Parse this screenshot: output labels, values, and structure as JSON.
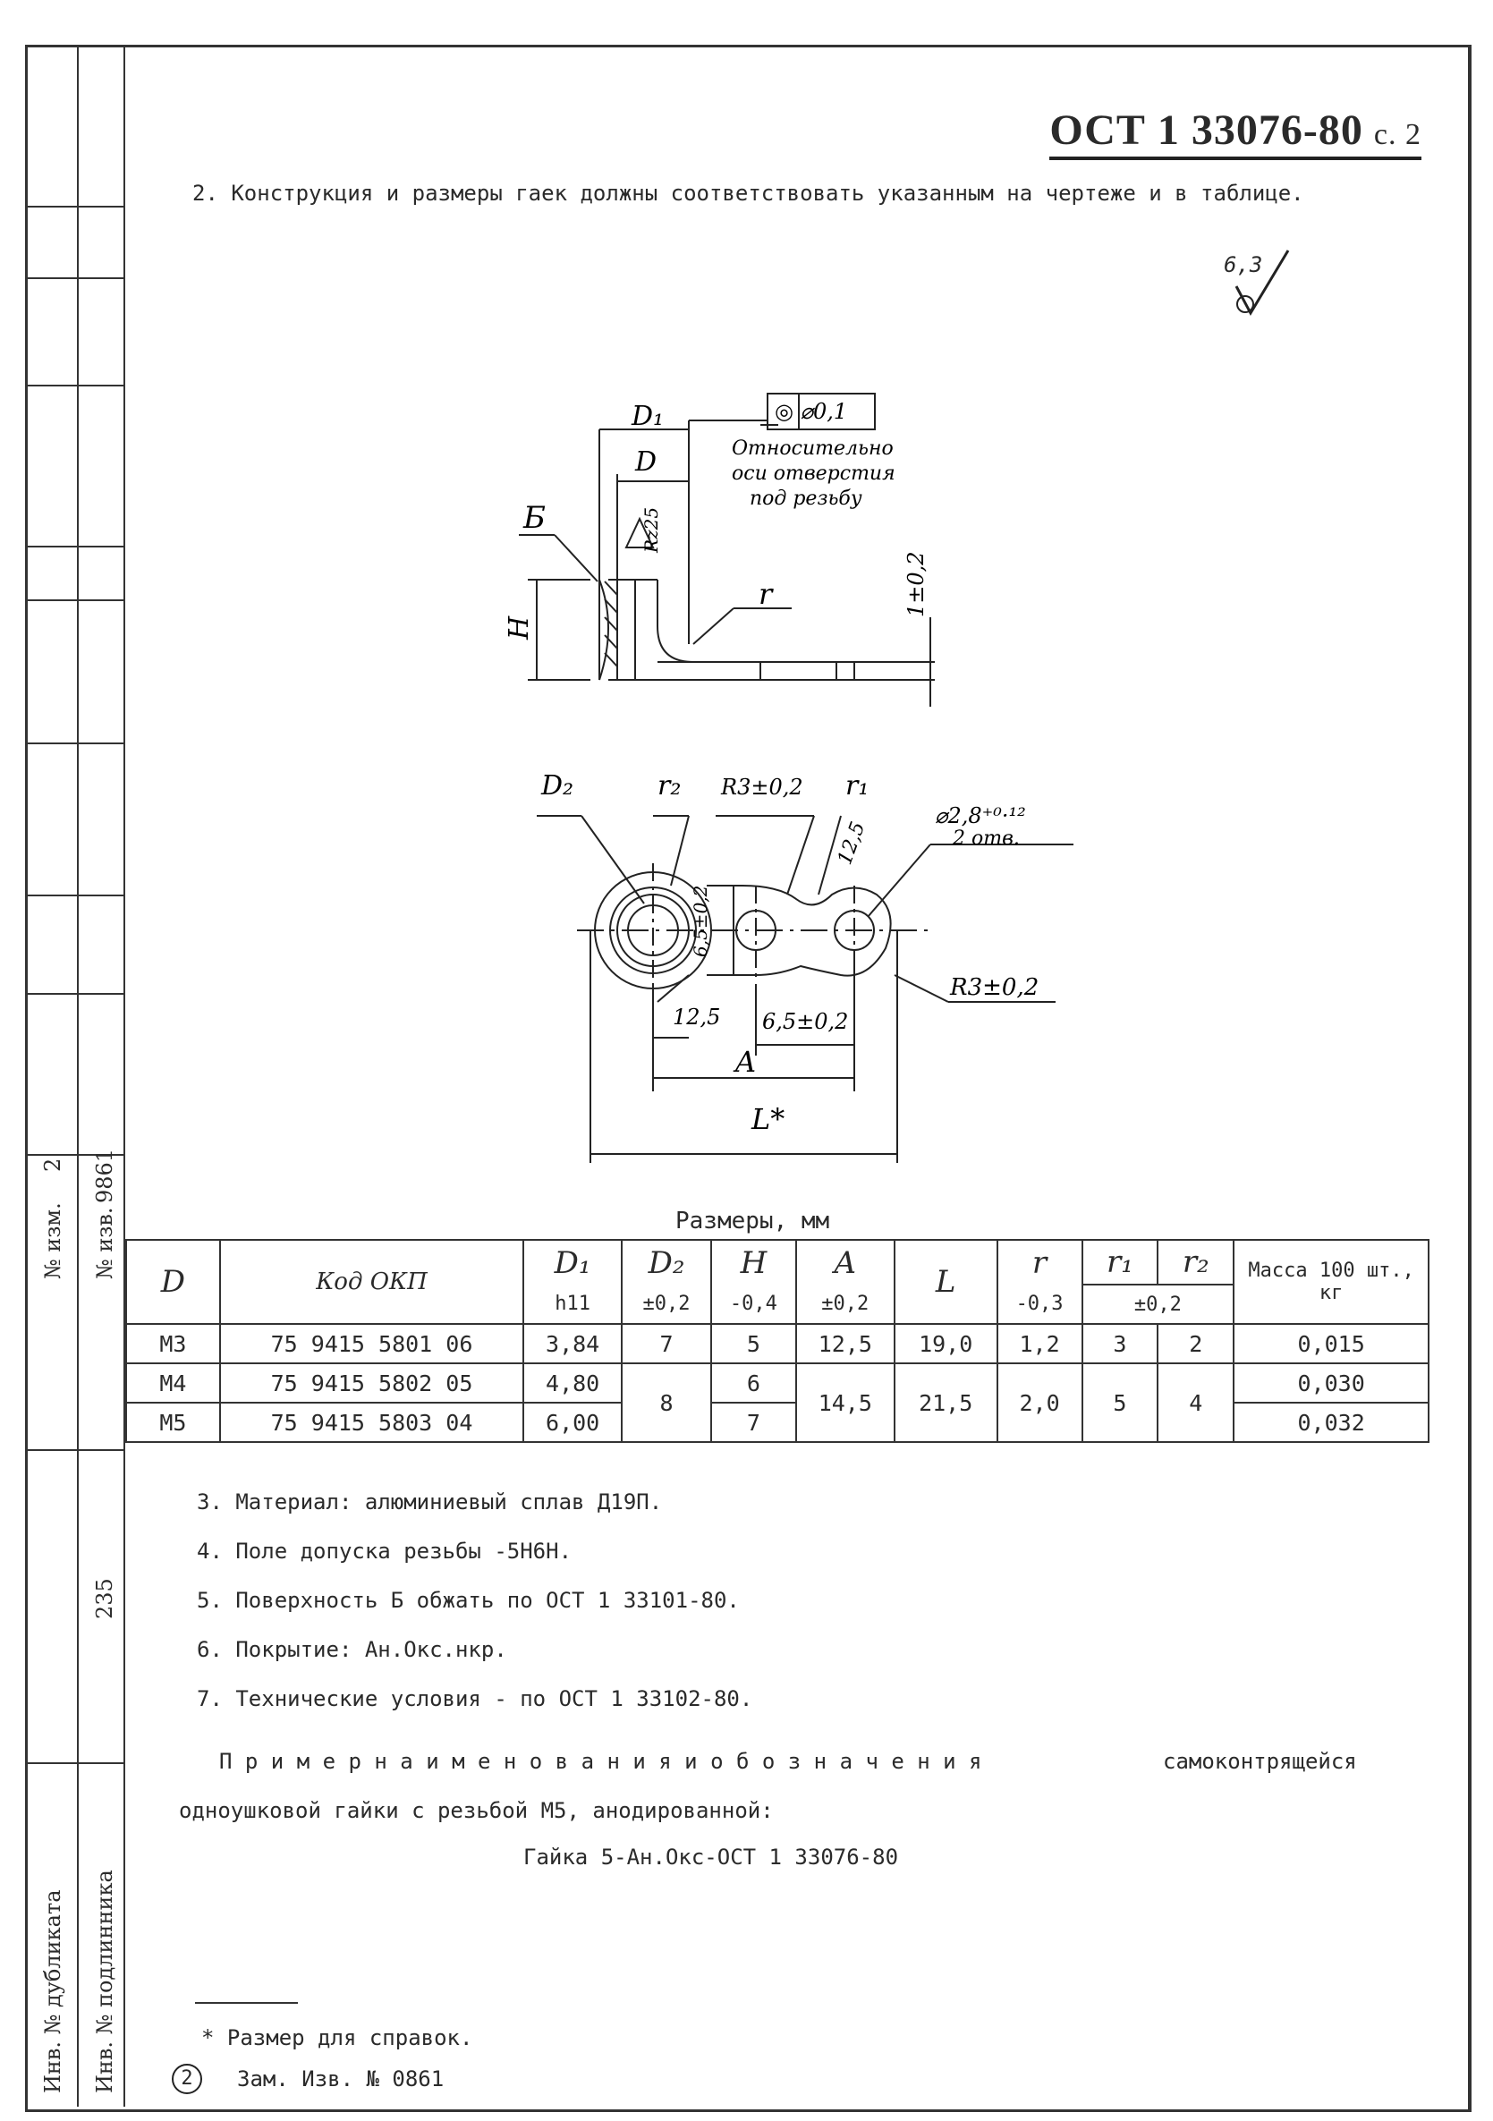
{
  "header": {
    "standard": "ОСТ 1 33076-80",
    "page": "с. 2"
  },
  "paragraph2": "2. Конструкция и размеры гаек должны соответствовать указанным на чертеже и в таблице.",
  "roughness": {
    "value": "6,3",
    "symbol": "(✓)"
  },
  "drawing": {
    "tolerance_frame": "◎ ⌀0,1",
    "tolerance_note": [
      "Относительно",
      "оси отверстия",
      "под резьбу"
    ],
    "labels": {
      "D1": "D₁",
      "D": "D",
      "B": "Б",
      "Rz": "Rz25",
      "H": "H",
      "r": "r",
      "t": "1±0,2",
      "D2": "D₂",
      "r2": "r₂",
      "R3_top": "R3±0,2",
      "r1": "r₁",
      "hole": "⌀2,8⁺⁰·¹²",
      "holes_count": "2 отв.",
      "ang": "12,5",
      "ang2": "12,5",
      "w": "6,5±0,2",
      "w2": "6,5±0,2",
      "R3_bot": "R3±0,2",
      "A": "A",
      "L": "L*"
    }
  },
  "table": {
    "caption": "Размеры, мм",
    "headers": [
      "D",
      "Код ОКП",
      "D₁",
      "D₂",
      "H",
      "A",
      "L",
      "r",
      "r₁",
      "r₂",
      "Масса 100 шт., кг"
    ],
    "subheaders": [
      "h11",
      "±0,2",
      "-0,4",
      "±0,2",
      "-0,3",
      "±0,2"
    ],
    "rows": [
      [
        "М3",
        "75 9415 5801 06",
        "3,84",
        "7",
        "5",
        "12,5",
        "19,0",
        "1,2",
        "3",
        "2",
        "0,015"
      ],
      [
        "М4",
        "75 9415 5802 05",
        "4,80",
        "8",
        "6",
        "14,5",
        "21,5",
        "2,0",
        "5",
        "4",
        "0,030"
      ],
      [
        "М5",
        "75 9415 5803 04",
        "6,00",
        "",
        "7",
        "",
        "",
        "",
        "",
        "",
        "0,032"
      ]
    ]
  },
  "notes": [
    "3. Материал: алюминиевый сплав Д19П.",
    "4. Поле допуска резьбы -5Н6Н.",
    "5. Поверхность Б обжать по ОСТ 1 33101-80.",
    "6. Покрытие: Ан.Окс.нкр.",
    "7. Технические условия - по ОСТ 1 33102-80."
  ],
  "example": {
    "line1_spaced": "П р и м е р   н а и м е н о в а н и я   и   о б о з н а ч е н и я",
    "line1_end": "самоконтрящейся",
    "line2": "одноушковой гайки с резьбой М5, анодированной:",
    "designation": "Гайка 5-Ан.Окс-ОСТ 1 33076-80"
  },
  "footnote": "* Размер для справок.",
  "change_note": {
    "num": "2",
    "text": "Зам. Изв. № 0861"
  },
  "side": {
    "izm_label": "№ изм.",
    "izm_value": "2",
    "izv_label": "№ изв.",
    "izv_value": "9861",
    "mid_value": "235",
    "dup_label": "Инв. № дубликата",
    "orig_label": "Инв. № подлинника"
  }
}
